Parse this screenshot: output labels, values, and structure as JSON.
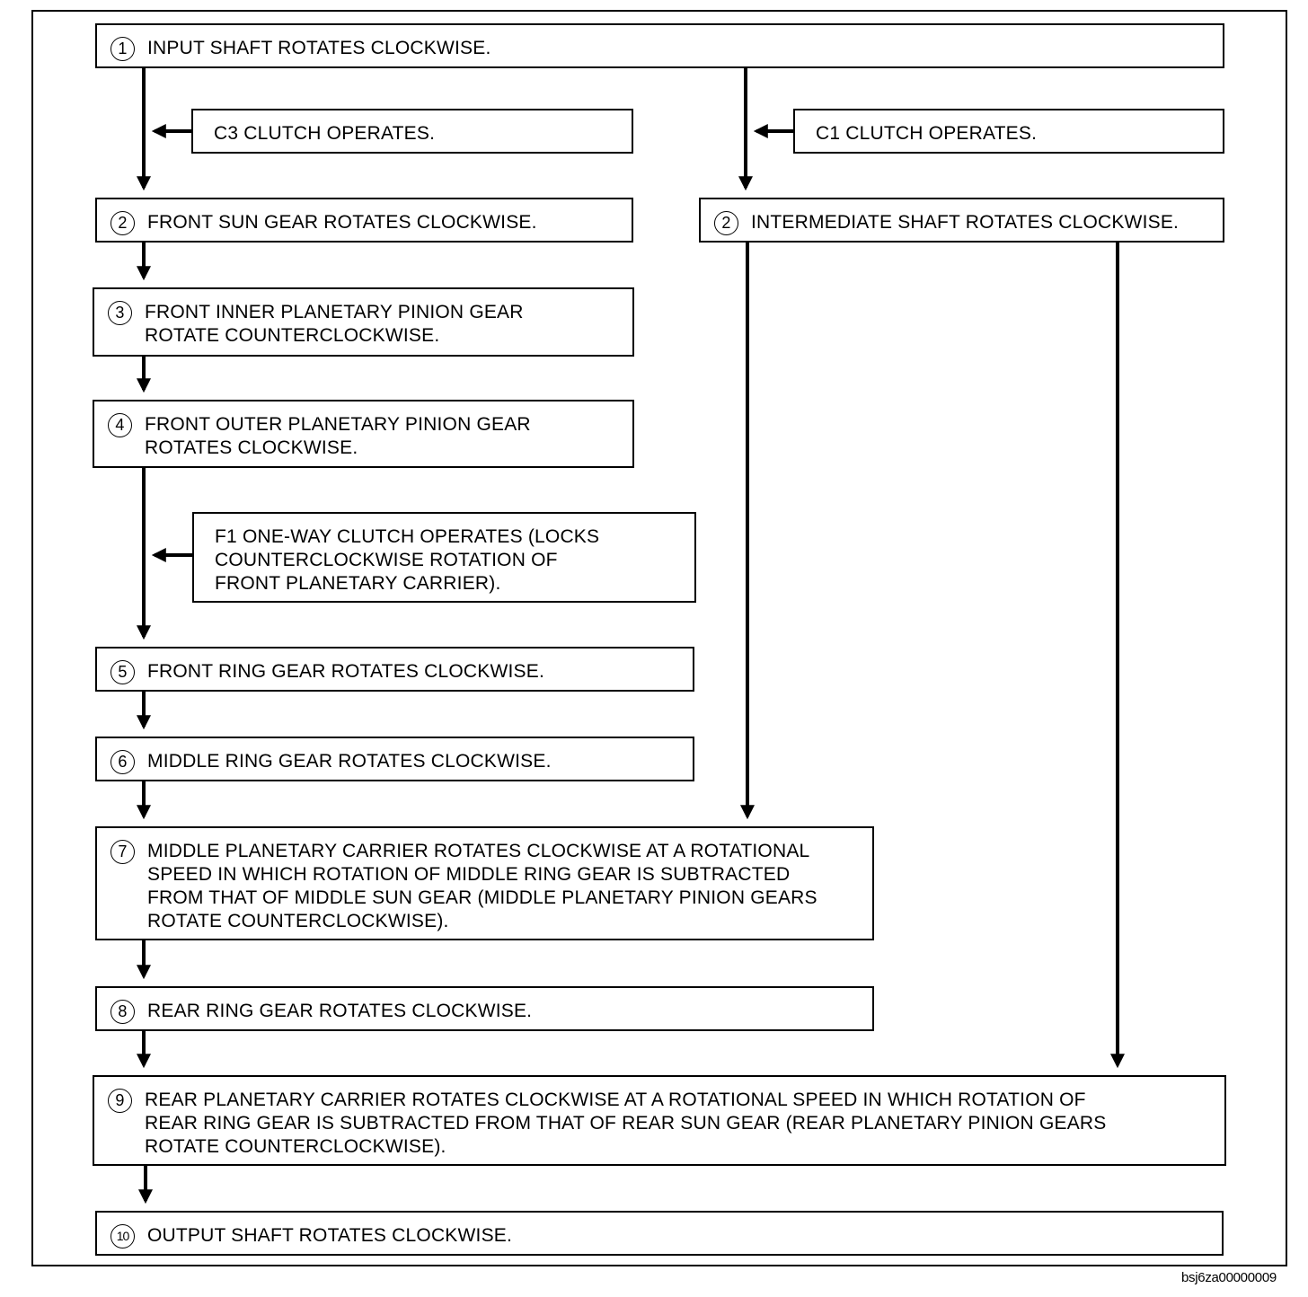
{
  "diagram": {
    "steps": {
      "input": {
        "num": "1",
        "text": "INPUT SHAFT ROTATES CLOCKWISE."
      },
      "front_sun": {
        "num": "2",
        "text": "FRONT SUN GEAR ROTATES CLOCKWISE."
      },
      "intermediate": {
        "num": "2",
        "text": "INTERMEDIATE SHAFT ROTATES CLOCKWISE."
      },
      "front_inner": {
        "num": "3",
        "text": "FRONT INNER PLANETARY PINION GEAR\nROTATE COUNTERCLOCKWISE."
      },
      "front_outer": {
        "num": "4",
        "text": "FRONT OUTER PLANETARY PINION GEAR\nROTATES CLOCKWISE."
      },
      "front_ring": {
        "num": "5",
        "text": "FRONT RING GEAR ROTATES CLOCKWISE."
      },
      "middle_ring": {
        "num": "6",
        "text": "MIDDLE RING GEAR ROTATES CLOCKWISE."
      },
      "middle_carrier": {
        "num": "7",
        "text": "MIDDLE PLANETARY CARRIER ROTATES CLOCKWISE AT A ROTATIONAL\nSPEED IN WHICH ROTATION OF MIDDLE RING GEAR IS SUBTRACTED\nFROM THAT OF MIDDLE SUN GEAR (MIDDLE PLANETARY PINION GEARS\nROTATE COUNTERCLOCKWISE)."
      },
      "rear_ring": {
        "num": "8",
        "text": "REAR RING GEAR ROTATES CLOCKWISE."
      },
      "rear_carrier": {
        "num": "9",
        "text": "REAR PLANETARY CARRIER ROTATES CLOCKWISE AT A ROTATIONAL SPEED IN WHICH ROTATION OF\nREAR RING GEAR IS SUBTRACTED FROM THAT OF REAR SUN GEAR (REAR PLANETARY PINION GEARS\nROTATE COUNTERCLOCKWISE)."
      },
      "output": {
        "num": "10",
        "text": "OUTPUT SHAFT ROTATES CLOCKWISE."
      }
    },
    "conditions": {
      "c3": "C3 CLUTCH OPERATES.",
      "c1": "C1 CLUTCH OPERATES.",
      "f1": "F1 ONE-WAY CLUTCH OPERATES (LOCKS\nCOUNTERCLOCKWISE ROTATION OF\nFRONT PLANETARY CARRIER)."
    },
    "figure_code": "bsj6za00000009"
  }
}
